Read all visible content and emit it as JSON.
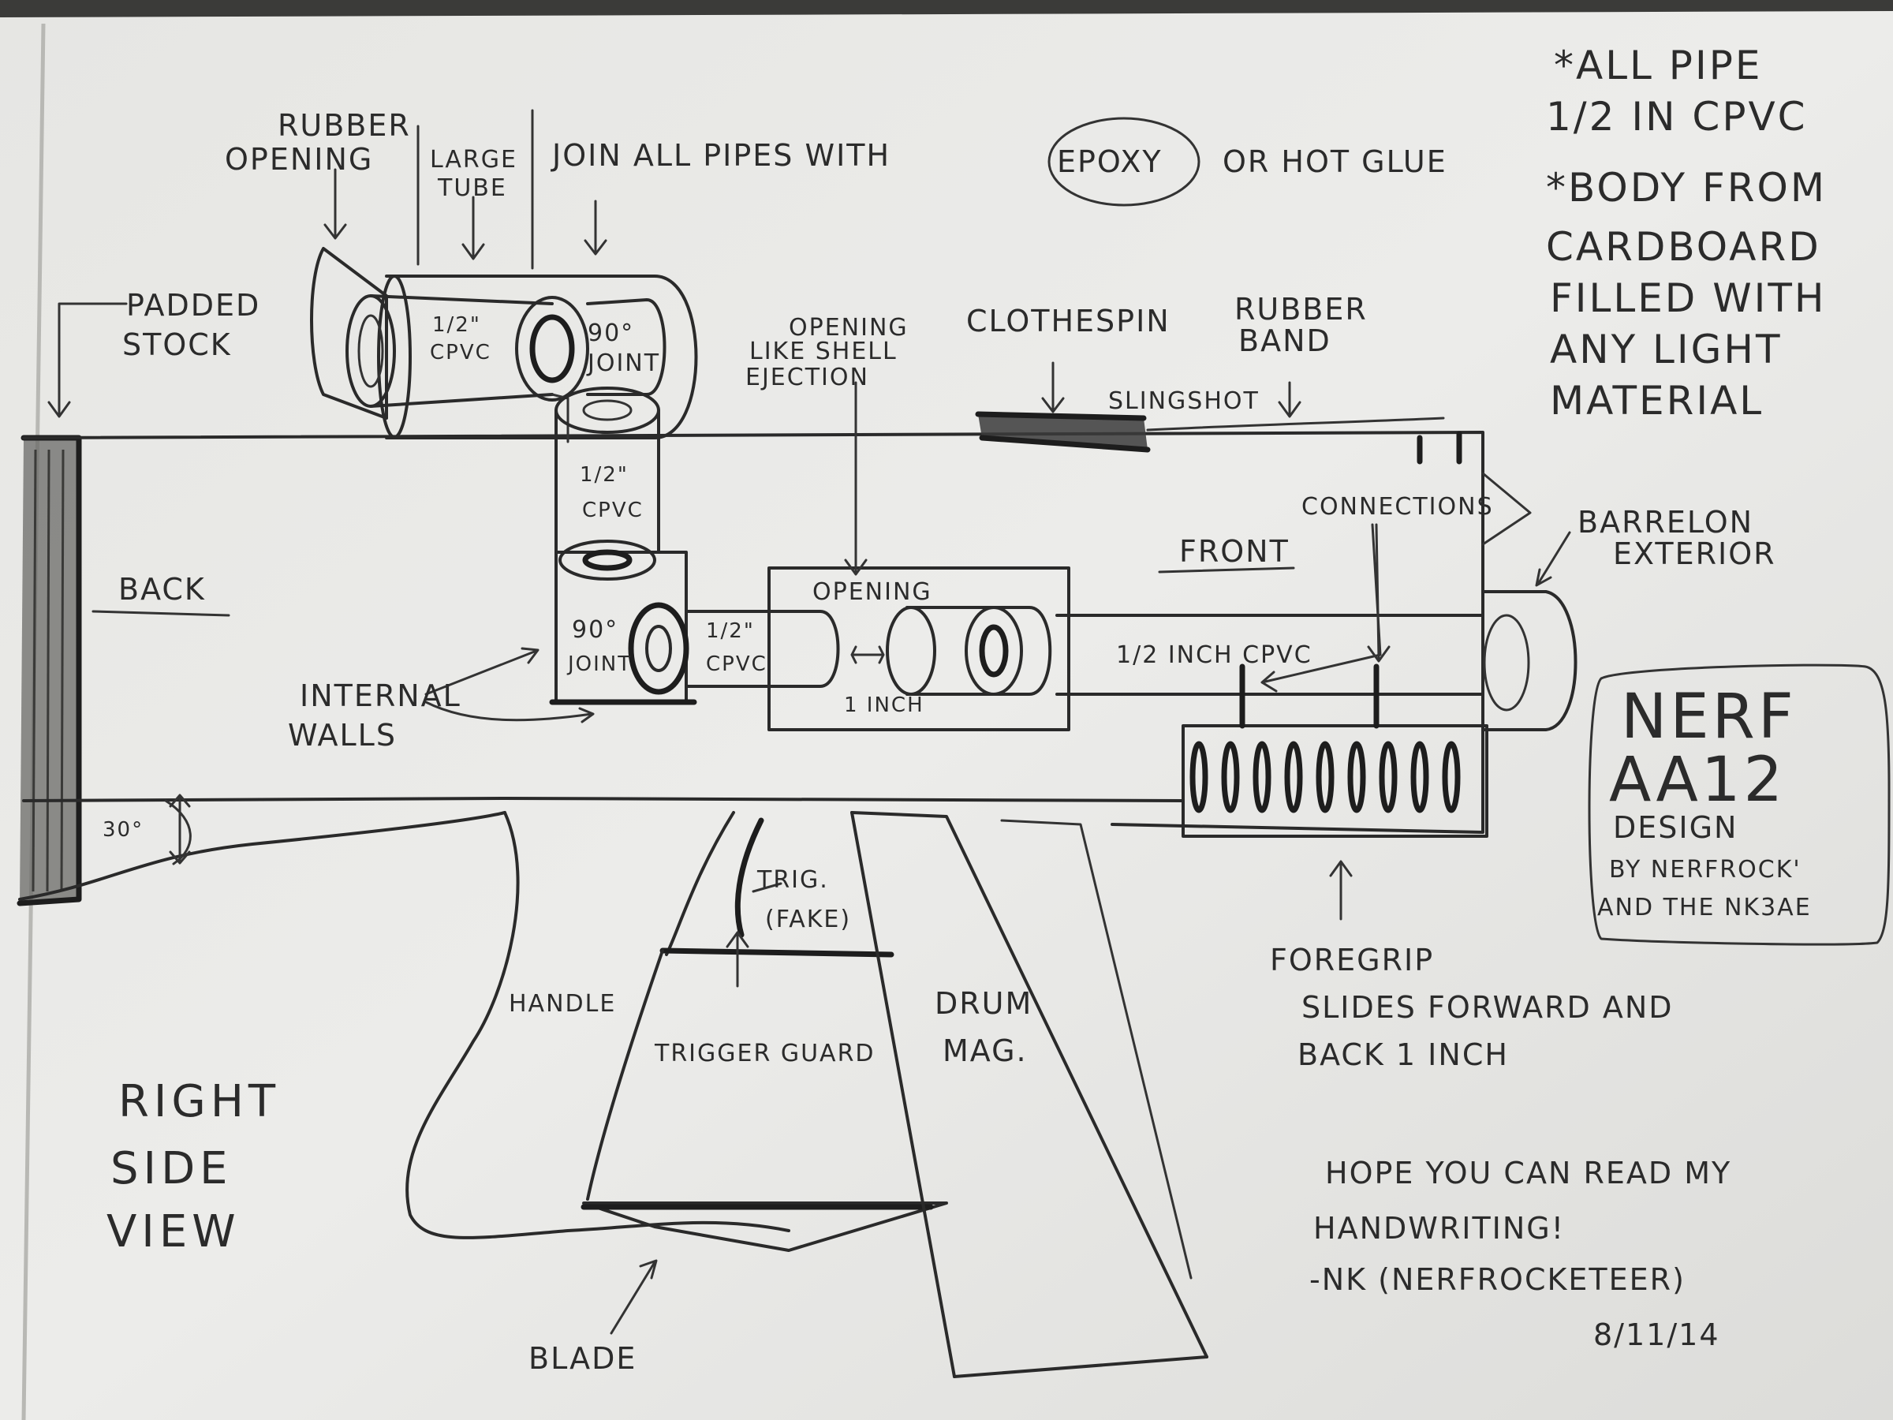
{
  "labels": {
    "rubber_opening": [
      "RUBBER",
      "OPENING"
    ],
    "large_tube": [
      "LARGE",
      "TUBE"
    ],
    "join_pipes_before": "JOIN ALL PIPES WITH",
    "join_pipes_epoxy": "EPOXY",
    "join_pipes_after": "OR HOT GLUE",
    "padded_stock": [
      "PADDED",
      "STOCK"
    ],
    "half_cpvc_top": [
      "1/2\"",
      "CPVC"
    ],
    "joint_top": [
      "90°",
      "JOINT"
    ],
    "opening_shell": [
      "OPENING",
      "LIKE SHELL",
      "EJECTION"
    ],
    "clothespin": "CLOTHESPIN",
    "rubber_band": [
      "RUBBER",
      "BAND"
    ],
    "slingshot": "SLINGSHOT",
    "half_cpvc_vertical": [
      "1/2\"",
      "CPVC"
    ],
    "connections": "CONNECTIONS",
    "front": "FRONT",
    "barrel_exterior": [
      "BARRELON",
      "EXTERIOR"
    ],
    "back": "BACK",
    "opening": "OPENING",
    "joint_bottom": [
      "90°",
      "JOINT"
    ],
    "half_cpvc_bottom": [
      "1/2\"",
      "CPVC"
    ],
    "half_inch_cpvc": "1/2 INCH CPVC",
    "one_inch": "1 INCH",
    "internal_walls": [
      "INTERNAL",
      "WALLS"
    ],
    "angle": "30°",
    "trigger_fake": [
      "TRIG.",
      "(FAKE)"
    ],
    "handle": "HANDLE",
    "trigger_guard": "TRIGGER GUARD",
    "drum_mag": [
      "DRUM",
      "MAG."
    ],
    "blade": "BLADE",
    "foregrip": [
      "FOREGRIP",
      "SLIDES FORWARD AND",
      "BACK 1 INCH"
    ],
    "right_side_view": [
      "RIGHT",
      "SIDE",
      "VIEW"
    ]
  },
  "notes": {
    "pipe_note": [
      "*ALL PIPE",
      "1/2 IN CPVC"
    ],
    "body_note": [
      "*BODY FROM",
      "CARDBOARD",
      "FILLED WITH",
      "ANY LIGHT",
      "MATERIAL"
    ]
  },
  "title_box": {
    "title": [
      "NERF",
      "AA12"
    ],
    "subtitle": [
      "DESIGN",
      "BY NERFROCK'",
      "AND THE NK3AE"
    ]
  },
  "signature": [
    "HOPE YOU CAN READ MY",
    "HANDWRITING!",
    "-NK (NERFROCKETEER)",
    "8/11/14"
  ]
}
